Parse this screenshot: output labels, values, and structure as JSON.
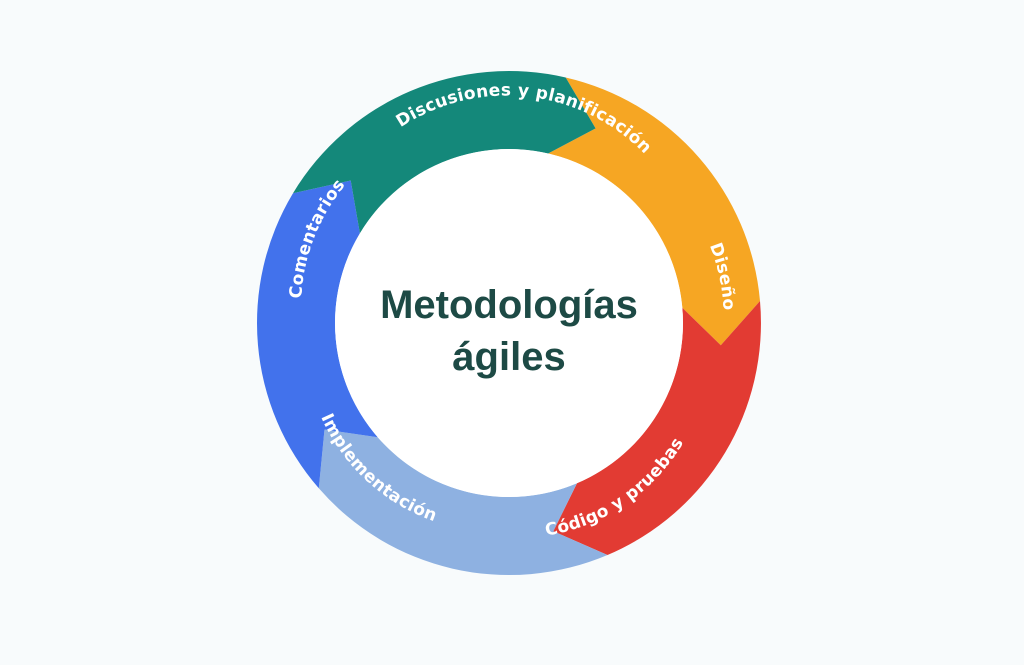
{
  "diagram": {
    "center_title_lines": [
      "Metodologías",
      "ágiles"
    ],
    "center_title_color": "#1d4a45",
    "background_color": "#f8fbfc",
    "segments": [
      {
        "label": "Discusiones y planificación",
        "color": "#14887a"
      },
      {
        "label": "Diseño",
        "color": "#f6a623"
      },
      {
        "label": "Código y pruebas",
        "color": "#e23b33"
      },
      {
        "label": "Implementación",
        "color": "#8eb1e1"
      },
      {
        "label": "Comentarios",
        "color": "#4272ec"
      }
    ]
  }
}
